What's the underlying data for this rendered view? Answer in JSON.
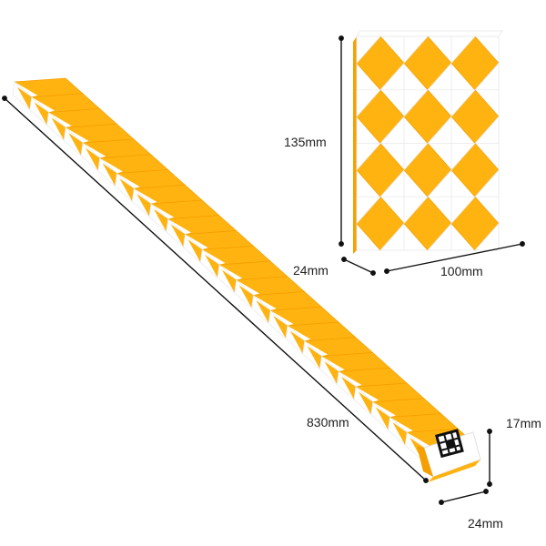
{
  "colors": {
    "orange": "#ffb310",
    "orange_dark": "#f5a000",
    "white": "#ffffff",
    "shade": "#e9e9e9",
    "dimension_line": "#111111",
    "text": "#222222"
  },
  "product": {
    "folded_block": {
      "height_label": "135mm",
      "width_label": "100mm",
      "depth_label": "24mm",
      "columns": 3,
      "rows": 4
    },
    "straight_snake": {
      "length_label": "830mm",
      "segments": 24,
      "end_height_label": "17mm",
      "end_width_label": "24mm",
      "end_logo_icon": "cube-logo-icon"
    }
  }
}
